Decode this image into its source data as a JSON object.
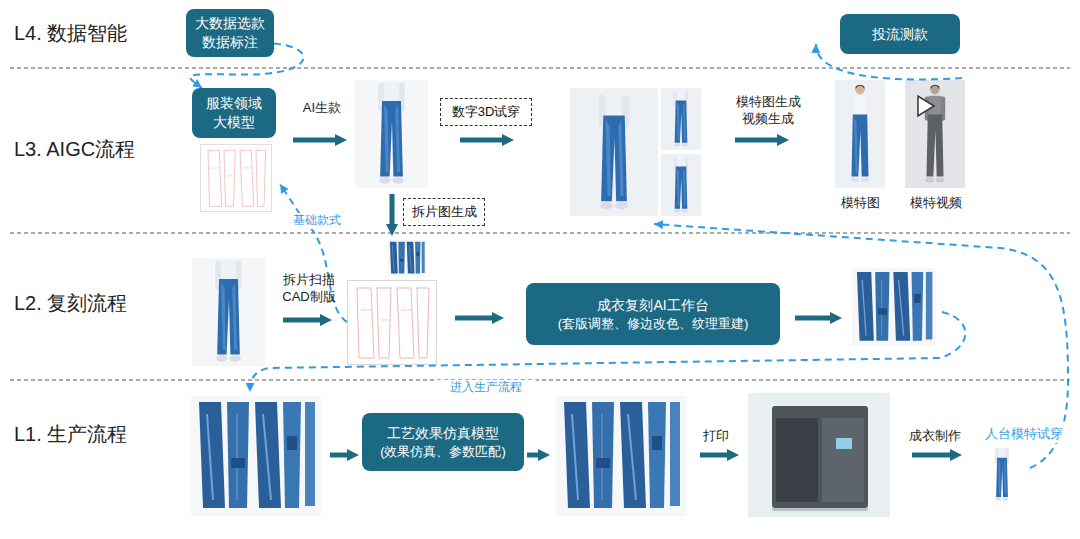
{
  "diagram": {
    "nodes": [
      {
        "text": [
          "大数据选款 数据标注"
        ]
      },
      {
        "text": [
          "投流测款"
        ]
      },
      {
        "text": [
          "服装领域 大模型"
        ]
      },
      {
        "text": [
          "数字3D试穿"
        ]
      },
      {
        "text": [
          "拆片图生成"
        ]
      },
      {
        "text": [
          "成衣复刻AI工作台",
          "(套版调整、修边改色、纹理重建)"
        ]
      },
      {
        "text": [
          "工艺效果仿真模型",
          "(效果仿真、参数匹配)"
        ]
      }
    ],
    "edges": [
      {
        "from": 0,
        "to": 2,
        "arrow": "to"
      }
    ],
    "labels": [
      "L4. 数据智能",
      "L3. AIGC流程",
      "L2. 复刻流程",
      "L1. 生产流程",
      "AI生款",
      "模特图生成 视频生成",
      "模特图",
      "模特视频",
      "基础款式",
      "拆片扫描 CAD制版",
      "进入生产流程",
      "打印",
      "成衣制作",
      "人台模特试穿"
    ]
  }
}
